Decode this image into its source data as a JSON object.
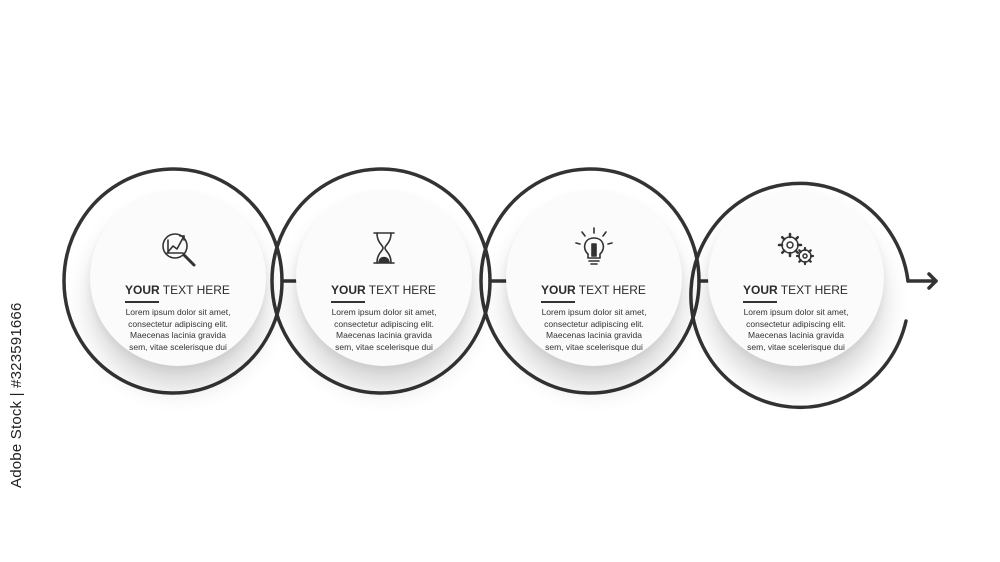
{
  "steps": [
    {
      "icon": "chart-magnifier-icon",
      "title_bold": "YOUR",
      "title_rest": " TEXT HERE",
      "body": [
        "Lorem ipsum dolor sit amet,",
        "consectetur adipiscing elit.",
        "Maecenas lacinia gravida",
        "sem, vitae scelerisque dui"
      ]
    },
    {
      "icon": "hourglass-icon",
      "title_bold": "YOUR",
      "title_rest": " TEXT HERE",
      "body": [
        "Lorem ipsum dolor sit amet,",
        "consectetur adipiscing elit.",
        "Maecenas lacinia gravida",
        "sem, vitae scelerisque dui"
      ]
    },
    {
      "icon": "lightbulb-icon",
      "title_bold": "YOUR",
      "title_rest": " TEXT HERE",
      "body": [
        "Lorem ipsum dolor sit amet,",
        "consectetur adipiscing elit.",
        "Maecenas lacinia gravida",
        "sem, vitae scelerisque dui"
      ]
    },
    {
      "icon": "gears-icon",
      "title_bold": "YOUR",
      "title_rest": " TEXT HERE",
      "body": [
        "Lorem ipsum dolor sit amet,",
        "consectetur adipiscing elit.",
        "Maecenas lacinia gravida",
        "sem, vitae scelerisque dui"
      ]
    }
  ],
  "stock_id": "Adobe Stock | #323591666",
  "colors": {
    "line": "#333333",
    "background": "#ffffff",
    "disc": "#fbfbfb"
  }
}
